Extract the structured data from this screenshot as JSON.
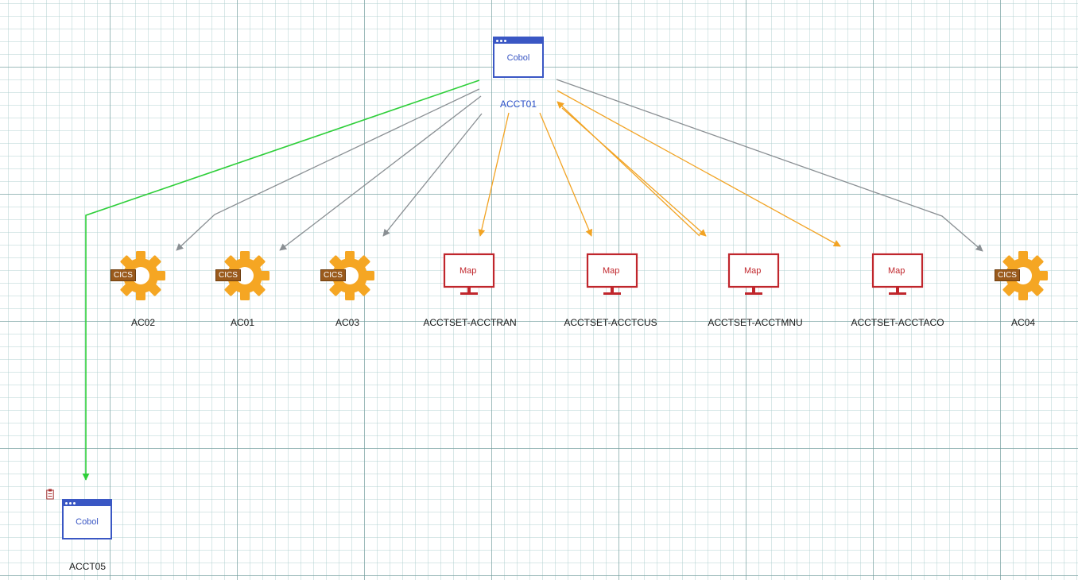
{
  "colors": {
    "cobol": "#3a57c4",
    "cics_gear": "#f5a623",
    "cics_tag": "#9a5a1c",
    "map": "#c0262c",
    "edge_gray": "#8a8f93",
    "edge_orange": "#f2a323",
    "edge_green": "#2fcf3a"
  },
  "nodes": {
    "acct01": {
      "label": "ACCT01",
      "badge": "Cobol",
      "icon": "cobol-window-icon"
    },
    "ac02": {
      "label": "AC02",
      "badge": "CICS",
      "icon": "cics-gear-icon"
    },
    "ac01": {
      "label": "AC01",
      "badge": "CICS",
      "icon": "cics-gear-icon"
    },
    "ac03": {
      "label": "AC03",
      "badge": "CICS",
      "icon": "cics-gear-icon"
    },
    "acctran": {
      "label": "ACCTSET-ACCTRAN",
      "badge": "Map",
      "icon": "map-monitor-icon"
    },
    "acctcus": {
      "label": "ACCTSET-ACCTCUS",
      "badge": "Map",
      "icon": "map-monitor-icon"
    },
    "acctmnu": {
      "label": "ACCTSET-ACCTMNU",
      "badge": "Map",
      "icon": "map-monitor-icon"
    },
    "acctaco": {
      "label": "ACCTSET-ACCTACO",
      "badge": "Map",
      "icon": "map-monitor-icon"
    },
    "ac04": {
      "label": "AC04",
      "badge": "CICS",
      "icon": "cics-gear-icon"
    },
    "acct05": {
      "label": "ACCT05",
      "badge": "Cobol",
      "icon": "cobol-window-icon"
    }
  },
  "edges": [
    {
      "from": "acct01",
      "to": "ac02",
      "type": "gray"
    },
    {
      "from": "acct01",
      "to": "ac01",
      "type": "gray"
    },
    {
      "from": "acct01",
      "to": "ac03",
      "type": "gray"
    },
    {
      "from": "acct01",
      "to": "acctran",
      "type": "orange"
    },
    {
      "from": "acct01",
      "to": "acctcus",
      "type": "orange"
    },
    {
      "from": "acct01",
      "to": "acctmnu",
      "type": "orange"
    },
    {
      "from": "acctmnu",
      "to": "acct01",
      "type": "orange"
    },
    {
      "from": "acct01",
      "to": "acctaco",
      "type": "orange"
    },
    {
      "from": "acct01",
      "to": "ac04",
      "type": "gray"
    },
    {
      "from": "acct01",
      "to": "acct05",
      "type": "green"
    }
  ]
}
